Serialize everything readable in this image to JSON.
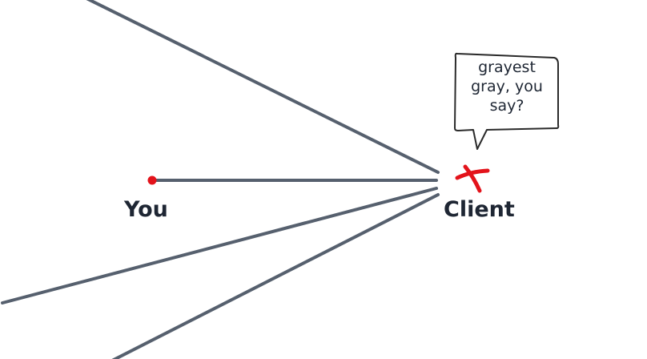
{
  "colors": {
    "line": "#56606e",
    "marker": "#e3131b",
    "text": "#1e2633"
  },
  "nodes": {
    "you": {
      "label": "You"
    },
    "client": {
      "label": "Client"
    }
  },
  "speech_bubble": {
    "lines": [
      "grayest",
      "gray, you",
      "say?"
    ]
  }
}
